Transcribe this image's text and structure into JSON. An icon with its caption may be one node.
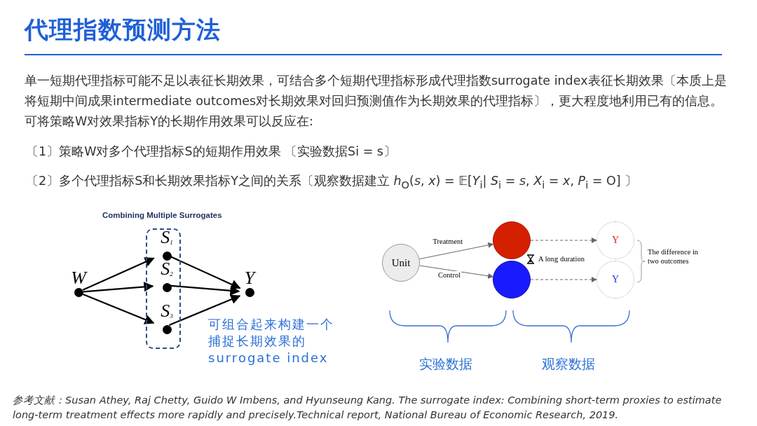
{
  "diagram": {
    "title": "代理指数预测方法",
    "nodes": [
      {
        "text": [
          "W"
        ]
      },
      {
        "text": [],
        "shape": "box"
      },
      {
        "text": [
          "S$_{1}$"
        ],
        "in": 1
      },
      {
        "text": [
          "S$_{2}$"
        ],
        "in": 1
      },
      {
        "text": [
          "S$_{3}$"
        ],
        "in": 1
      },
      {
        "text": [
          "Y"
        ]
      },
      {
        "text": [
          "Unit"
        ]
      },
      {
        "text": [],
        "shape": "circle"
      },
      {
        "text": [],
        "shape": "circle"
      },
      {
        "text": [
          "Y"
        ]
      },
      {
        "text": [
          "Y"
        ]
      }
    ],
    "edges": [
      {
        "from": 0,
        "to": 2,
        "arrow": "to"
      },
      {
        "from": 0,
        "to": 3,
        "arrow": "to"
      },
      {
        "from": 0,
        "to": 4,
        "arrow": "to"
      },
      {
        "from": 2,
        "to": 5,
        "arrow": "to"
      },
      {
        "from": 3,
        "to": 5,
        "arrow": "to"
      },
      {
        "from": 4,
        "to": 5,
        "arrow": "to"
      },
      {
        "from": 6,
        "to": 7,
        "arrow": "to",
        "label": "Treatment",
        "color": "#666666"
      },
      {
        "from": 6,
        "to": 8,
        "arrow": "to",
        "label": "Control",
        "color": "#666666"
      },
      {
        "from": 7,
        "to": 9,
        "arrow": "to",
        "style": "dashed",
        "color": "#666666"
      },
      {
        "from": 8,
        "to": 10,
        "arrow": "to",
        "style": "dashed",
        "color": "#666666"
      }
    ],
    "labels": [
      "单一短期代理指标可能不足以表征长期效果，可结合多个短期代理指标形成代理指数surrogate index表征长期效果〔本质上是将短期中间成果intermediate outcomes对长期效果对回归预测值作为长期效果的代理指标〕，更大程度地利用已有的信息。可将策略W对效果指标Y的长期作用效果可以反应在:",
      "〔1〕策略W对多个代理指标S的短期作用效果 〔实验数据Si = s〕",
      "〔2〕多个代理指标S和长期效果指标Y之间的关系〔观察数据建立 *h*$_{O}$(*s*, *x*) = 𝔼[*Y*$_{i}$| *S*$_{i}$ = *s*, *X*$_{i}$ = *x*, *P*$_{i}$ = O] 〕",
      "Combining Multiple Surrogates",
      "可组合起来构建一个捕捉长期效果的surrogate index",
      "A long duration",
      "The difference in two outcomes",
      "实验数据",
      "观察数据"
    ],
    "caption": "参考文献：Susan Athey, Raj Chetty, Guido W Imbens, and Hyunseung Kang. The surrogate index: Combining short-term proxies to estimate long-term treatment effects more rapidly and precisely.Technical report, National Bureau of Economic Research, 2019."
  }
}
